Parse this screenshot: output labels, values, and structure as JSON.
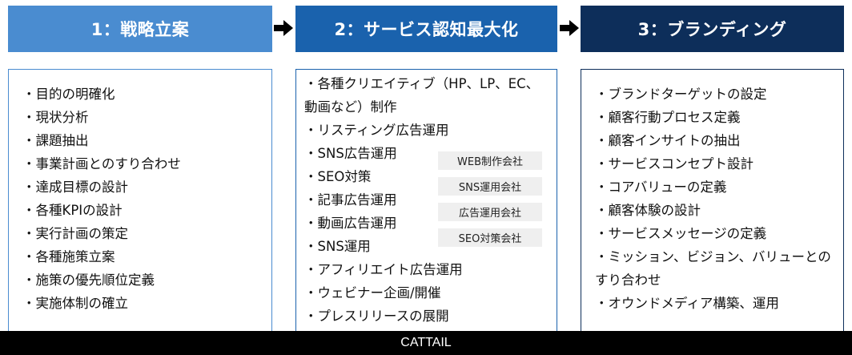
{
  "colors": {
    "stage1": "#4a8cd0",
    "stage2": "#1a62ad",
    "stage3": "#0d2e5a",
    "arrow": "#000000",
    "tag_bg": "#efefef",
    "footer_bg": "#000000"
  },
  "stages": [
    {
      "title": "1：戦略立案",
      "items": [
        "・目的の明確化",
        "・現状分析",
        "・課題抽出",
        "・事業計画とのすり合わせ",
        "・達成目標の設計",
        "・各種KPIの設計",
        "・実行計画の策定",
        "・各種施策立案",
        "・施策の優先順位定義",
        "・実施体制の確立"
      ]
    },
    {
      "title": "2：サービス認知最大化",
      "items": [
        "・各種クリエイティブ（HP、LP、EC、動画など）制作",
        "・リスティング広告運用",
        "・SNS広告運用",
        "・SEO対策",
        "・記事広告運用",
        "・動画広告運用",
        "・SNS運用",
        "・アフィリエイト広告運用",
        "・ウェビナー企画/開催",
        "・プレスリリースの展開"
      ],
      "tags": [
        "WEB制作会社",
        "SNS運用会社",
        "広告運用会社",
        "SEO対策会社"
      ]
    },
    {
      "title": "3：ブランディング",
      "items": [
        "・ブランドターゲットの設定",
        "・顧客行動プロセス定義",
        "・顧客インサイトの抽出",
        "・サービスコンセプト設計",
        "・コアバリューの定義",
        "・顧客体験の設計",
        "・サービスメッセージの定義",
        "・ミッション、ビジョン、バリューとのすり合わせ",
        "・オウンドメディア構築、運用"
      ]
    }
  ],
  "footer": {
    "brand": "CATTAIL"
  }
}
